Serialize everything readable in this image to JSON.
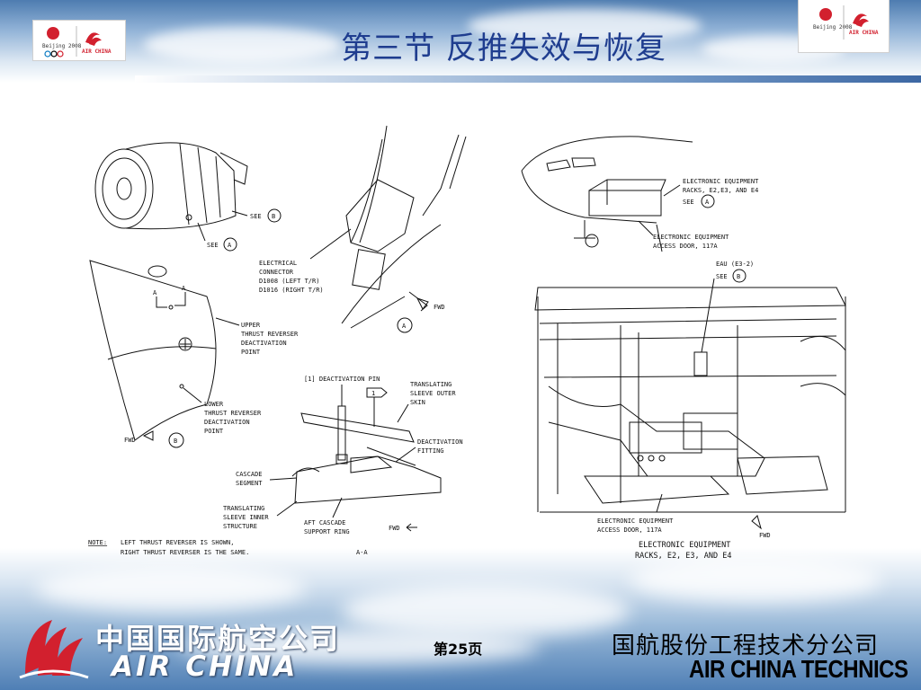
{
  "header": {
    "title": "第三节  反推失效与恢复"
  },
  "diagram": {
    "labels": {
      "see_b_engine": "SEE",
      "see_b_engine_ref": "B",
      "see_a_engine": "SEE",
      "see_a_engine_ref": "A",
      "conn_1": "ELECTRICAL",
      "conn_2": "CONNECTOR",
      "conn_3": "D1008 (LEFT T/R)",
      "conn_4": "D1016 (RIGHT T/R)",
      "fwd_a": "FWD",
      "ref_a": "A",
      "upper_1": "UPPER",
      "upper_2": "THRUST REVERSER",
      "upper_3": "DEACTIVATION",
      "upper_4": "POINT",
      "lower_1": "LOWER",
      "lower_2": "THRUST REVERSER",
      "lower_3": "DEACTIVATION",
      "lower_4": "POINT",
      "fwd_b": "FWD",
      "ref_b": "B",
      "cowl_a1": "A",
      "cowl_a2": "A",
      "pin": "[1] DEACTIVATION PIN",
      "pin_flag": "1",
      "outer_1": "TRANSLATING",
      "outer_2": "SLEEVE OUTER",
      "outer_3": "SKIN",
      "fitting_1": "DEACTIVATION",
      "fitting_2": "FITTING",
      "cascade_1": "CASCADE",
      "cascade_2": "SEGMENT",
      "inner_1": "TRANSLATING",
      "inner_2": "SLEEVE INNER",
      "inner_3": "STRUCTURE",
      "aft_1": "AFT CASCADE",
      "aft_2": "SUPPORT RING",
      "fwd_c": "FWD",
      "note_key": "NOTE:",
      "note_1": "LEFT THRUST REVERSER IS SHOWN,",
      "note_2": "RIGHT THRUST REVERSER IS THE SAME.",
      "section": "A-A",
      "racks_1": "ELECTRONIC EQUIPMENT",
      "racks_2": "RACKS, E2,E3, AND E4",
      "racks_3": "SEE",
      "racks_ref": "A",
      "door_1": "ELECTRONIC EQUIPMENT",
      "door_2": "ACCESS DOOR, 117A",
      "eau_1": "EAU (E3-2)",
      "eau_2": "SEE",
      "eau_ref": "B",
      "door2_1": "ELECTRONIC EQUIPMENT",
      "door2_2": "ACCESS DOOR, 117A",
      "fwd_d": "FWD",
      "cap_1": "ELECTRONIC EQUIPMENT",
      "cap_2": "RACKS, E2, E3, AND E4"
    }
  },
  "footer": {
    "page": "第25页",
    "brand_cn": "中国国际航空公司",
    "brand_en": "AIR CHINA",
    "tech_cn": "国航股份工程技术分公司",
    "tech_en": "AIR CHINA TECHNICS",
    "logo_small_cn": "Beijing 2008",
    "logo_small_en": "AIR CHINA"
  },
  "colors": {
    "title": "#1f3d8f",
    "brand_red": "#d2202e",
    "sky": "#4f7fb5"
  }
}
